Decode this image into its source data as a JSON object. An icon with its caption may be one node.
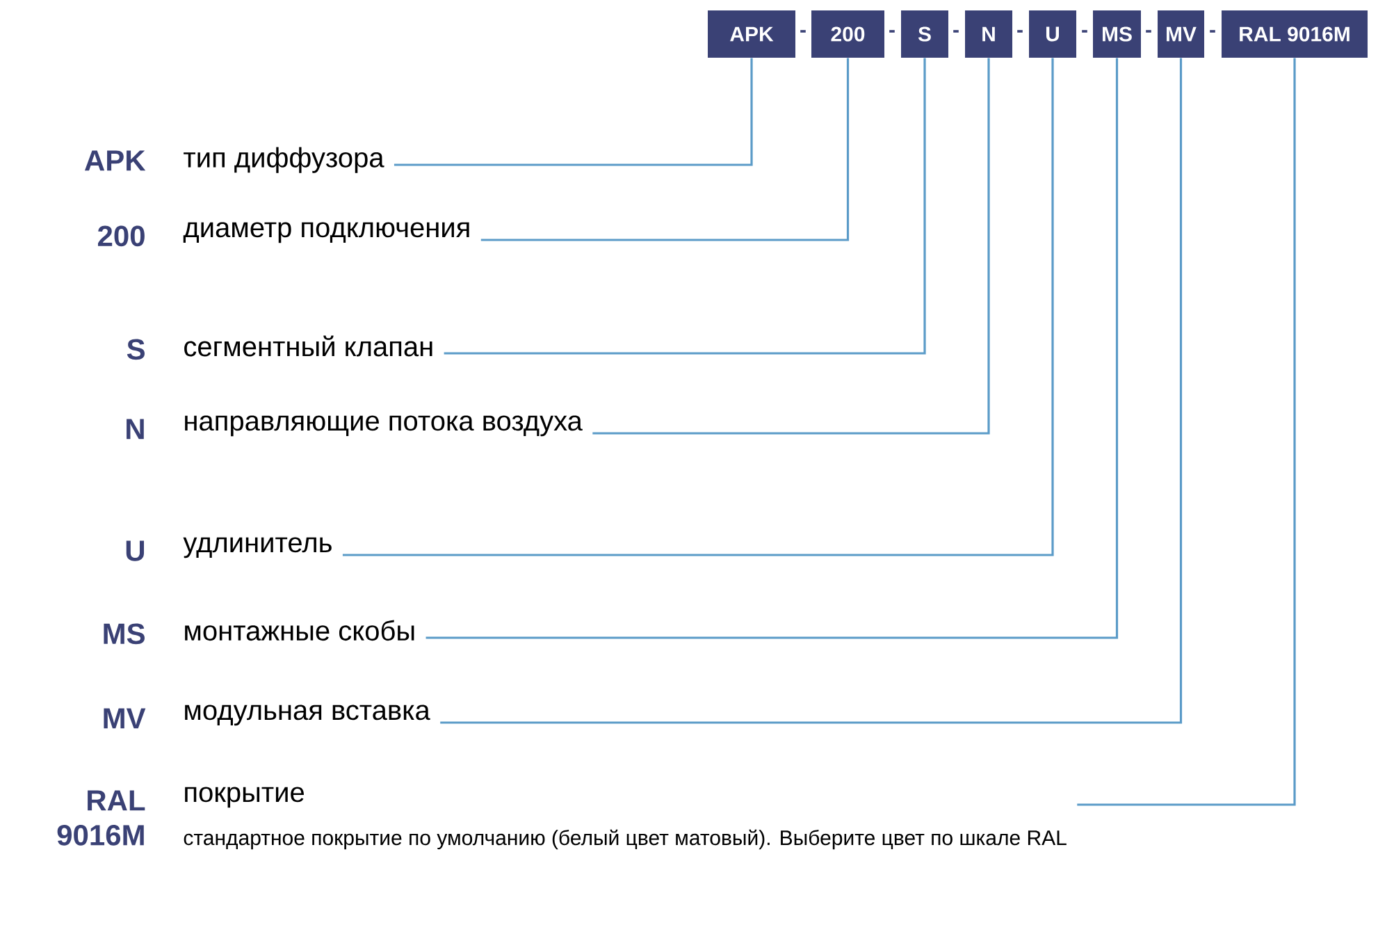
{
  "diagram": {
    "nodes": [
      {
        "text": [
          "APK"
        ]
      },
      {
        "text": [
          "200"
        ]
      },
      {
        "text": [
          "S"
        ]
      },
      {
        "text": [
          "N"
        ]
      },
      {
        "text": [
          "U"
        ]
      },
      {
        "text": [
          "MS"
        ]
      },
      {
        "text": [
          "MV"
        ]
      },
      {
        "text": [
          "RAL 9016M"
        ]
      },
      {
        "text": [
          "тип диффузора"
        ],
        "beside": [
          "APK"
        ]
      },
      {
        "text": [
          "диаметр подключения"
        ],
        "beside": [
          "200"
        ]
      },
      {
        "text": [
          "сегментный клапан"
        ],
        "beside": [
          "S"
        ]
      },
      {
        "text": [
          "направляющие потока воздуха"
        ],
        "beside": [
          "N"
        ]
      },
      {
        "text": [
          "удлинитель"
        ],
        "beside": [
          "U"
        ]
      },
      {
        "text": [
          "монтажные скобы"
        ],
        "beside": [
          "MS"
        ]
      },
      {
        "text": [
          "модульная вставка"
        ],
        "beside": [
          "MV"
        ]
      },
      {
        "text": [
          "покрытие",
          "стандартное покрытие по умолчанию (белый цвет матовый). Выберите цвет по шкале RAL"
        ],
        "beside": [
          "RAL 9016M"
        ]
      }
    ],
    "edges": [
      {
        "from": 8,
        "to": 0,
        "arrow": "none"
      },
      {
        "from": 9,
        "to": 1,
        "arrow": "none"
      },
      {
        "from": 10,
        "to": 2,
        "arrow": "none"
      },
      {
        "from": 11,
        "to": 3,
        "arrow": "none"
      },
      {
        "from": 12,
        "to": 4,
        "arrow": "none"
      },
      {
        "from": 13,
        "to": 5,
        "arrow": "none"
      },
      {
        "from": 14,
        "to": 6,
        "arrow": "none"
      },
      {
        "from": 15,
        "to": 7,
        "arrow": "none"
      }
    ],
    "labels": [
      "-",
      "-",
      "-",
      "-",
      "-",
      "-",
      "-"
    ]
  }
}
